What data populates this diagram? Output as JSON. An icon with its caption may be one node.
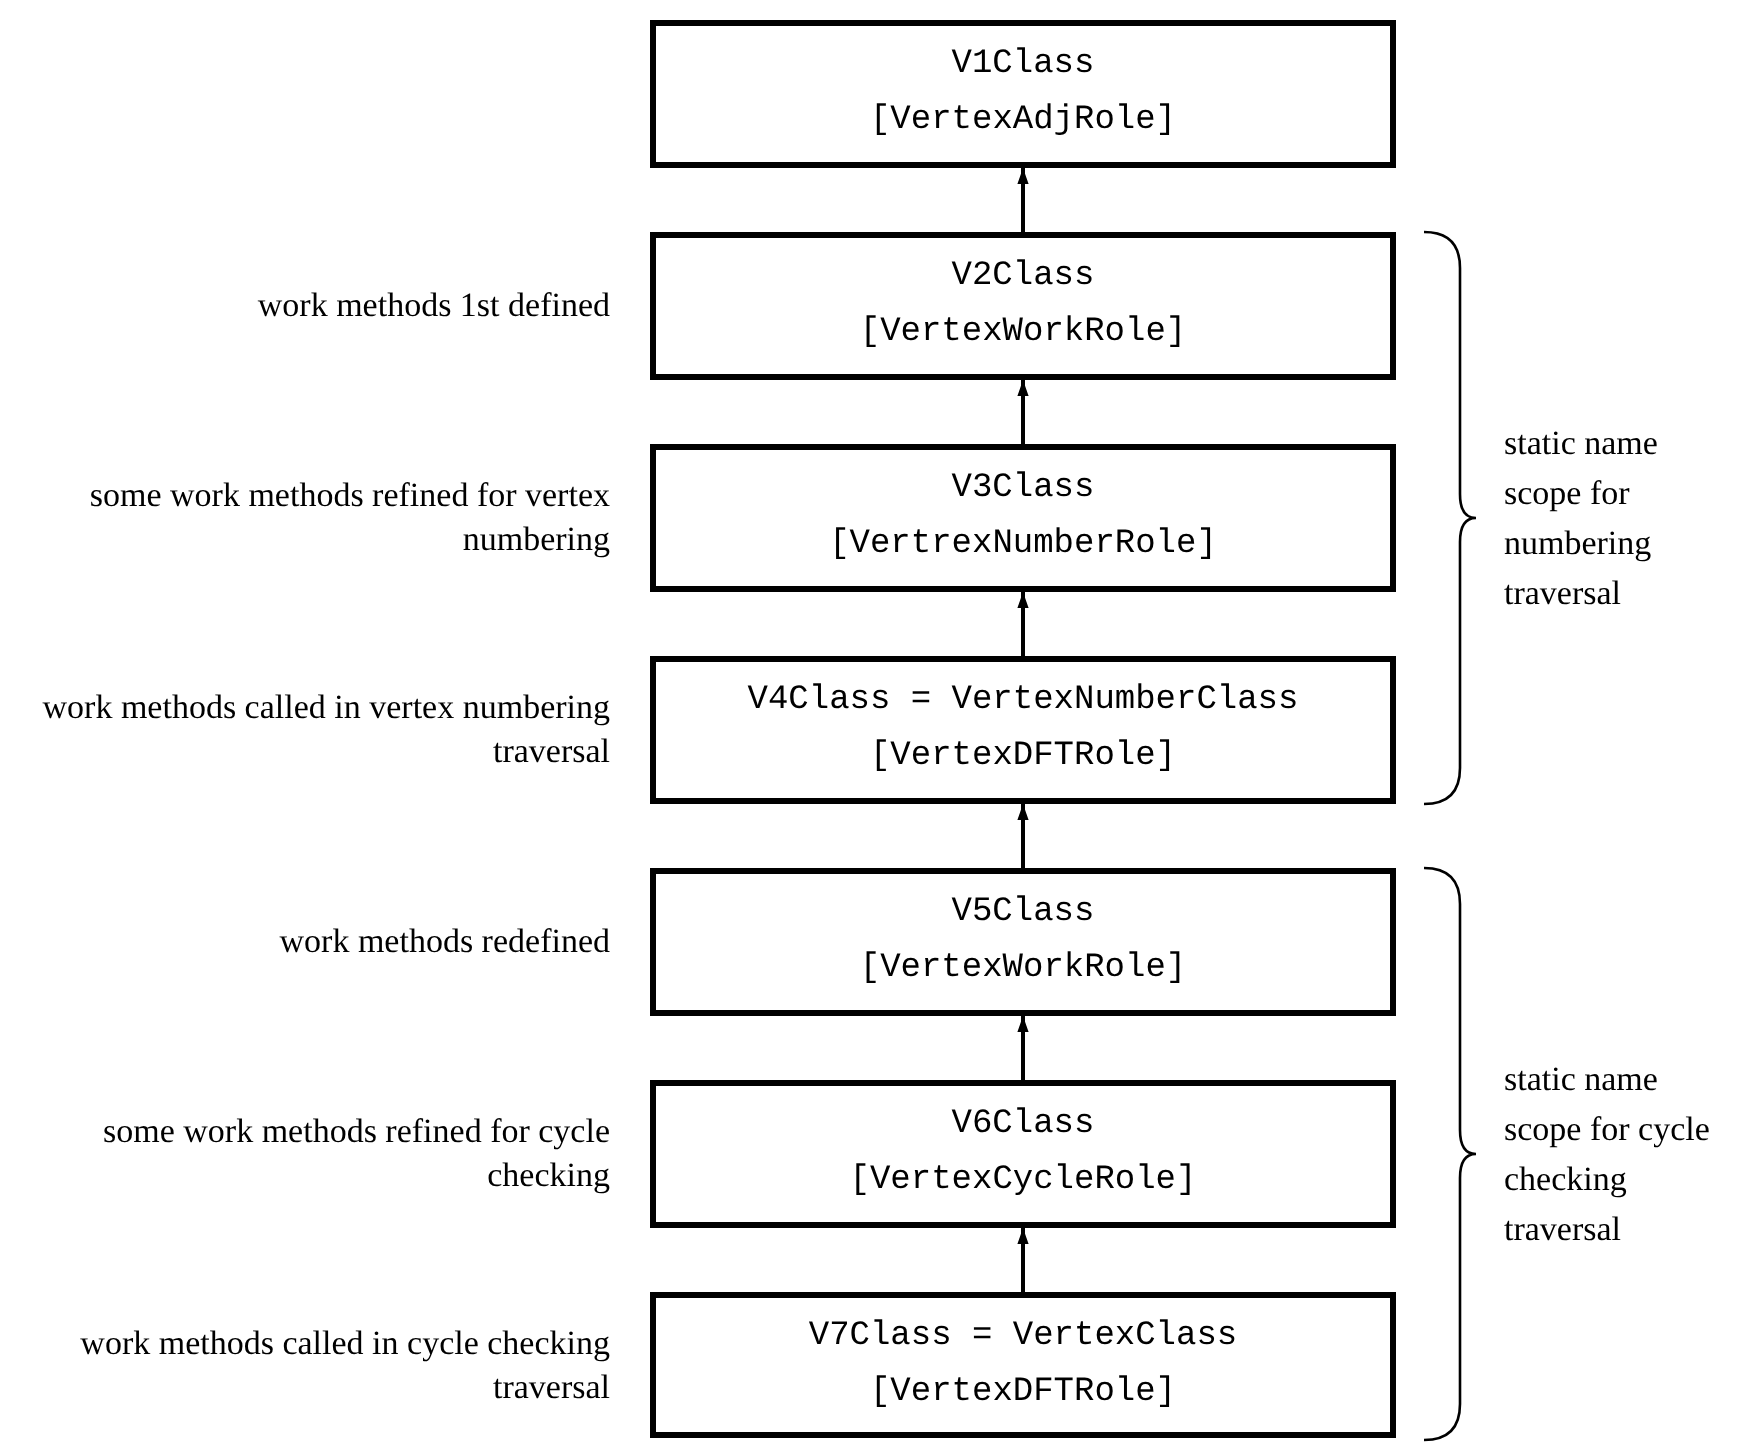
{
  "diagram": {
    "nodes": [
      {
        "text": [
          "V1Class",
          "[VertexAdjRole]"
        ]
      },
      {
        "text": [
          "V2Class",
          "[VertexWorkRole]"
        ],
        "beside": [
          "work methods 1st defined"
        ]
      },
      {
        "text": [
          "V3Class",
          "[VertrexNumberRole]"
        ],
        "beside": [
          "some work methods refined for vertex numbering"
        ]
      },
      {
        "text": [
          "V4Class = VertexNumberClass",
          "[VertexDFTRole]"
        ],
        "beside": [
          "work methods called in vertex numbering traversal"
        ]
      },
      {
        "text": [
          "V5Class",
          "[VertexWorkRole]"
        ],
        "beside": [
          "work methods redefined"
        ]
      },
      {
        "text": [
          "V6Class",
          "[VertexCycleRole]"
        ],
        "beside": [
          "some work methods refined for cycle checking"
        ]
      },
      {
        "text": [
          "V7Class = VertexClass",
          "[VertexDFTRole]"
        ],
        "beside": [
          "work methods called in cycle checking traversal"
        ]
      }
    ],
    "edges": [
      {
        "from": 1,
        "to": 0,
        "arrow": "to"
      },
      {
        "from": 2,
        "to": 1,
        "arrow": "to"
      },
      {
        "from": 3,
        "to": 2,
        "arrow": "to"
      },
      {
        "from": 4,
        "to": 3,
        "arrow": "to"
      },
      {
        "from": 5,
        "to": 4,
        "arrow": "to"
      },
      {
        "from": 6,
        "to": 5,
        "arrow": "to"
      }
    ],
    "labels": [
      "static name scope for numbering traversal",
      "static name scope for cycle checking traversal"
    ]
  }
}
